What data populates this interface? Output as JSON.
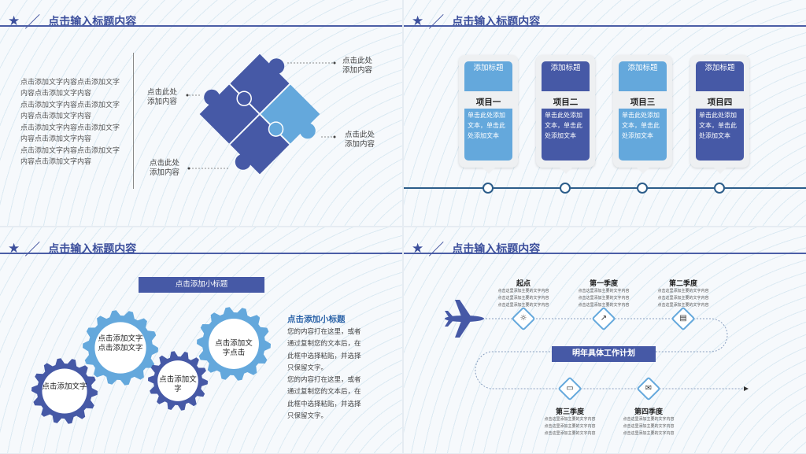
{
  "header_title": "点击输入标题内容",
  "slide1": {
    "paragraphs": [
      [
        "点击添加文字内容点击添加文字",
        "内容点击添加文字内容"
      ],
      [
        "点击添加文字内容点击添加文字",
        "内容点击添加文字内容"
      ],
      [
        "点击添加文字内容点击添加文字",
        "内容点击添加文字内容"
      ],
      [
        "点击添加文字内容点击添加文字",
        "内容点击添加文字内容"
      ]
    ],
    "labels": [
      [
        "点击此处",
        "添加内容"
      ],
      [
        "点击此处",
        "添加内容"
      ],
      [
        "点击此处",
        "添加内容"
      ],
      [
        "点击此处",
        "添加内容"
      ]
    ],
    "colors": {
      "dark": "#4659a6",
      "light": "#64a8dc"
    }
  },
  "slide2": {
    "cards": [
      {
        "head": "添加标题",
        "name": "项目一",
        "body": "单击此处添加文本，单击此处添加文本"
      },
      {
        "head": "添加标题",
        "name": "项目二",
        "body": "单击此处添加文本，单击此处添加文本"
      },
      {
        "head": "添加标题",
        "name": "项目三",
        "body": "单击此处添加文本，单击此处添加文本"
      },
      {
        "head": "添加标题",
        "name": "项目四",
        "body": "单击此处添加文本，单击此处添加文本"
      }
    ]
  },
  "slide3": {
    "banner": "点击添加小标题",
    "gears": [
      "点击添加文字",
      "点击添加文字点击添加文字",
      "点击添加文字",
      "点击添加文字点击"
    ],
    "subtitle": "点击添加小标题",
    "paragraphs": [
      "您的内容打在这里，或者通过复制您的文本后，在此框中选择粘贴，并选择只保留文字。",
      "您的内容打在这里，或者通过复制您的文本后，在此框中选择粘贴，并选择只保留文字。"
    ]
  },
  "slide4": {
    "center": "明年具体工作计划",
    "detail": "点击这里添加主要的文字内容",
    "stages": [
      {
        "title": "起点",
        "icon": "lightbulb-icon"
      },
      {
        "title": "第一季度",
        "icon": "chart-icon"
      },
      {
        "title": "第二季度",
        "icon": "document-icon"
      },
      {
        "title": "第三季度",
        "icon": "monitor-icon"
      },
      {
        "title": "第四季度",
        "icon": "mail-icon"
      }
    ]
  }
}
